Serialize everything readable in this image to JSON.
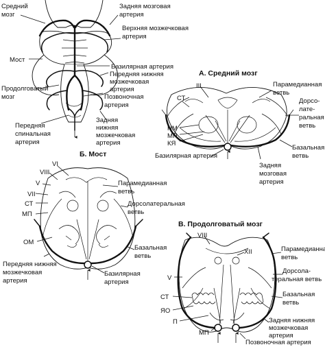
{
  "top": {
    "labels": {
      "srednii": "Средний",
      "mozg": "мозг",
      "zadnyaya_mozgovaya_1": "Задняя мозговая",
      "zadnyaya_mozgovaya_2": "артерия",
      "verkhnyaya_1": "Верхняя мозжечковая",
      "verkhnyaya_2": "артерия",
      "most": "Мост",
      "bazilyarnaya": "Базилярная артерия",
      "perednyaya_nizhnyaya_1": "Передняя нижняя",
      "perednyaya_nizhnyaya_2": "мозжечковая",
      "perednyaya_nizhnyaya_3": "артерия",
      "prodolg_1": "Продолговатый",
      "prodolg_2": "мозг",
      "pozvonochnaya_1": "Позвоночная",
      "pozvonochnaya_2": "артерия",
      "perednyaya_spinal_1": "Передняя",
      "perednyaya_spinal_2": "спинальная",
      "perednyaya_spinal_3": "артерия",
      "zadnyaya_nizhnyaya_1": "Задняя",
      "zadnyaya_nizhnyaya_2": "нижняя",
      "zadnyaya_nizhnyaya_3": "мозжечковая",
      "zadnyaya_nizhnyaya_4": "артерия"
    }
  },
  "panel_a": {
    "title": "А. Средний мозг",
    "labels": {
      "III": "III",
      "CT": "СТ",
      "paramed_1": "Парамедианная",
      "paramed_2": "ветвь",
      "dorso_1": "Дорсо-",
      "dorso_2": "лате-",
      "dorso_3": "ральная",
      "dorso_4": "ветвь",
      "NM": "НМ",
      "MP": "МП",
      "KYa": "КЯ",
      "bazalnaya_1": "Базальная",
      "bazalnaya_2": "ветвь",
      "bazilyarnaya": "Базилярная артерия",
      "zadnyaya_1": "Задняя",
      "zadnyaya_2": "мозговая",
      "zadnyaya_3": "артерия"
    }
  },
  "panel_b": {
    "title": "Б. Мост",
    "labels": {
      "VI": "VI",
      "VIII": "VIII",
      "V": "V",
      "VII": "VII",
      "CT": "СТ",
      "MP": "МП",
      "OM": "ОМ",
      "paramed_1": "Парамедианная",
      "paramed_2": "ветвь",
      "dorso_1": "Дорсолатеральная",
      "dorso_2": "ветвь",
      "bazalnaya_1": "Базальная",
      "bazalnaya_2": "ветвь",
      "bazilyarnaya_1": "Базилярная",
      "bazilyarnaya_2": "артерия",
      "perednyaya_1": "Передняя нижняя",
      "perednyaya_2": "мозжечковая",
      "perednyaya_3": "артерия"
    }
  },
  "panel_c": {
    "title": "В. Продолговатый мозг",
    "labels": {
      "VIII": "VIII",
      "XII": "XII",
      "V": "V",
      "CT": "СТ",
      "YaO": "ЯО",
      "P": "П",
      "MP": "МП",
      "paramed_1": "Парамедианная",
      "paramed_2": "ветвь",
      "dorso_1": "Дорсола-",
      "dorso_2": "теральная ветвь",
      "bazalnaya_1": "Базальная",
      "bazalnaya_2": "ветвь",
      "zadnyaya_1": "Задняя нижняя",
      "zadnyaya_2": "мозжечковая",
      "zadnyaya_3": "артерия",
      "pozvonochnaya": "Позвоночная артерия"
    }
  }
}
